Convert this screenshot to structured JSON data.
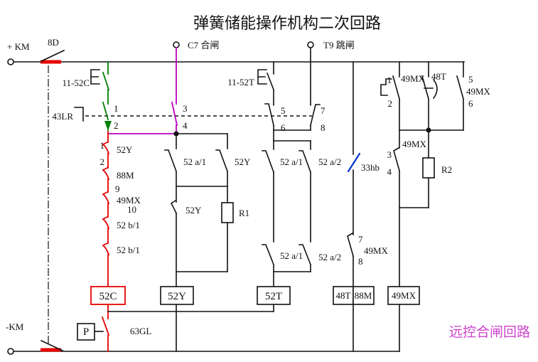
{
  "title": "弹簧储能操作机构二次回路",
  "note": "远控合闸回路",
  "colors": {
    "closing_circuit_red": "#e60000",
    "green": "#008000",
    "magenta": "#bb00bb",
    "blue": "#0033cc",
    "note_pink": "#cc44cc",
    "wire_black": "#111111"
  },
  "power": {
    "positive_bus": "+ KM",
    "negative_bus": "-KM",
    "knife_switch": "8D"
  },
  "terminals": {
    "close_terminal": "C7 合闸",
    "trip_terminal": "T9 跳闸"
  },
  "switches": {
    "plug_close": "11-52C",
    "plug_trip": "11-52T",
    "selector": "43LR",
    "selector_pins": {
      "p1": "1",
      "p2": "2",
      "p3": "3",
      "p4": "4",
      "p5": "5",
      "p6": "6",
      "p7": "7",
      "p8": "8"
    },
    "limit_33hb": "33hb",
    "gas_63gl": "63GL",
    "pressure_p": "P"
  },
  "closing_path": {
    "pin1": "1",
    "pin2": "2",
    "k52y": "52Y",
    "k88m": "88M",
    "pin9": "9",
    "k49mx": "49MX",
    "pin10": "10",
    "k52b1_upper": "52 b/1",
    "k52b1_lower": "52 b/1"
  },
  "y_branch": {
    "k52a1": "52 a/1",
    "k52y_no": "52Y",
    "k52y_nc": "52Y",
    "r1": "R1"
  },
  "t_branch": {
    "k52a1_upper": "52 a/1",
    "k52a2_upper": "52 a/2",
    "k52a1_lower": "52 a/1",
    "k52a2_lower": "52 a/2"
  },
  "mx_branch": {
    "pin1": "1",
    "pin2": "2",
    "k49mx12": "49MX",
    "k48t": "48T",
    "pin5": "5",
    "k49mx56": "49MX",
    "pin6": "6",
    "k49mx34": "49MX",
    "pin3": "3",
    "pin4": "4",
    "r2": "R2",
    "pin7": "7",
    "k49mx78": "49MX",
    "pin8": "8"
  },
  "coils": {
    "c52c": "52C",
    "c52y": "52Y",
    "c52t": "52T",
    "c48t": "48T",
    "c88m": "88M",
    "c49mx": "49MX"
  }
}
